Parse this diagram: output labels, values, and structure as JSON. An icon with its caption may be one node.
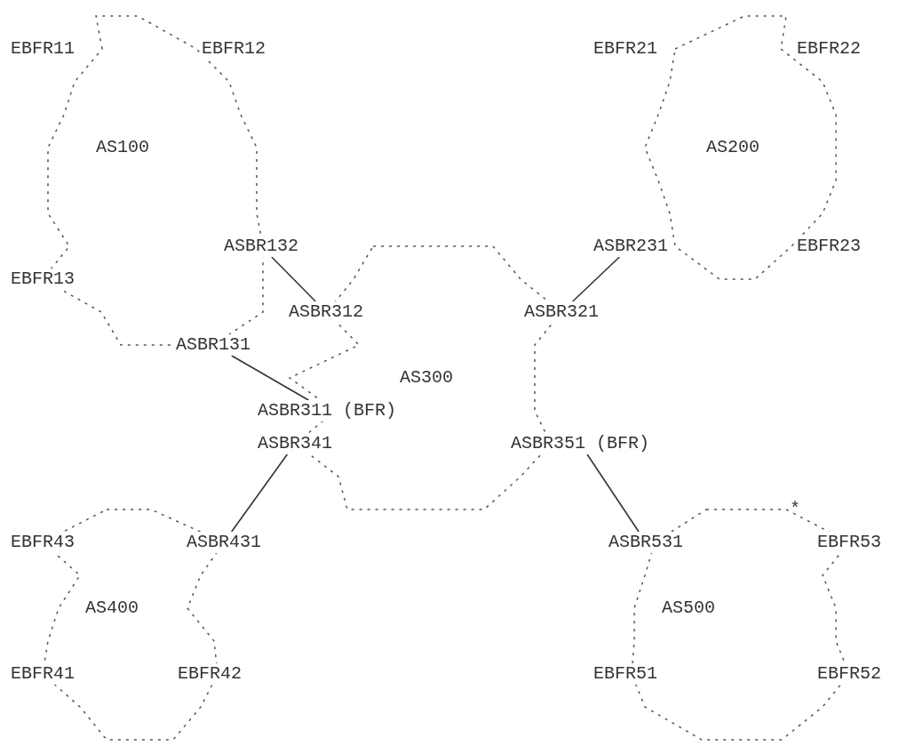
{
  "diagram": {
    "nodes": [
      {
        "text": [
          "EBFR11"
        ]
      },
      {
        "text": [
          "EBFR12"
        ]
      },
      {
        "text": [
          "EBFR21"
        ]
      },
      {
        "text": [
          "EBFR22"
        ]
      },
      {
        "text": [
          "AS100"
        ]
      },
      {
        "text": [
          "AS200"
        ]
      },
      {
        "text": [
          "ASBR132"
        ]
      },
      {
        "text": [
          "ASBR231"
        ]
      },
      {
        "text": [
          "EBFR23"
        ]
      },
      {
        "text": [
          "EBFR13"
        ]
      },
      {
        "text": [
          "ASBR312"
        ]
      },
      {
        "text": [
          "ASBR321"
        ]
      },
      {
        "text": [
          "ASBR131"
        ]
      },
      {
        "text": [
          "AS300"
        ]
      },
      {
        "text": [
          "ASBR311 (BFR)"
        ]
      },
      {
        "text": [
          "ASBR341"
        ]
      },
      {
        "text": [
          "ASBR351 (BFR)"
        ]
      },
      {
        "text": [
          "EBFR43"
        ]
      },
      {
        "text": [
          "ASBR431"
        ]
      },
      {
        "text": [
          "ASBR531"
        ]
      },
      {
        "text": [
          "EBFR53"
        ]
      },
      {
        "text": [
          "AS400"
        ]
      },
      {
        "text": [
          "AS500"
        ]
      },
      {
        "text": [
          "EBFR41"
        ]
      },
      {
        "text": [
          "EBFR42"
        ]
      },
      {
        "text": [
          "EBFR51"
        ]
      },
      {
        "text": [
          "EBFR52"
        ]
      }
    ],
    "edges": [
      {
        "from": 6,
        "to": 10,
        "arrow": "none"
      },
      {
        "from": 7,
        "to": 11,
        "arrow": "none"
      },
      {
        "from": 12,
        "to": 14,
        "arrow": "none"
      },
      {
        "from": 15,
        "to": 18,
        "arrow": "none"
      },
      {
        "from": 16,
        "to": 19,
        "arrow": "none"
      }
    ],
    "labels": [
      "*"
    ]
  }
}
